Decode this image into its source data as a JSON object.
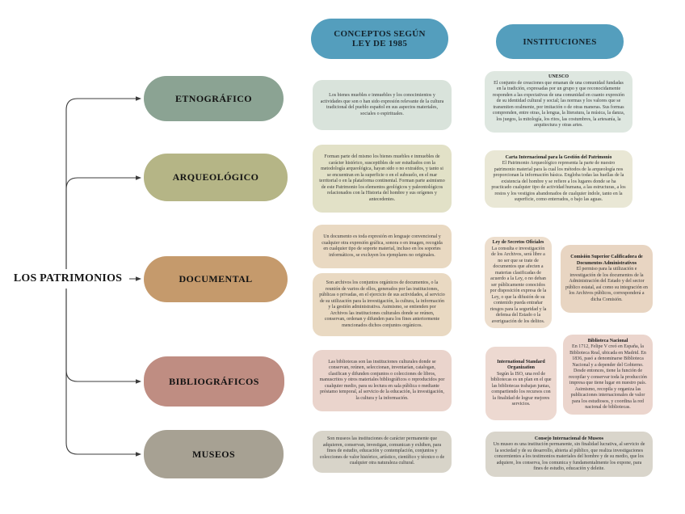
{
  "root": {
    "label": "LOS PATRIMONIOS"
  },
  "headers": {
    "conceptos": "CONCEPTOS SEGÚN LEY DE 1985",
    "instituciones": "INSTITUCIONES",
    "color": "#549EBD"
  },
  "branches": [
    {
      "id": "etnografico",
      "label": "ETNOGRÁFICO",
      "colors": {
        "node": "#8BA393",
        "concept": "#D9E3DB"
      },
      "concepts": [
        "Los bienes muebles e inmuebles y los conocimientos y actividades que son o han sido expresión relevante de la cultura tradicional del pueblo español en sus aspectos materiales, sociales o espirituales."
      ],
      "institutions": [
        {
          "title": "UNESCO",
          "bg": "#DEE7E0",
          "text": "El conjunto de creaciones que emanan de una comunidad fundadas en la tradición, expresadas por un grupo y que reconocidamente responden a las expectativas de una comunidad en cuanto expresión de su identidad cultural y social; las normas y los valores que se transmiten oralmente, por imitación o de otras maneras. Sus formas comprenden, entre otras, la lengua, la literatura, la música, la danza, los juegos, la mitología, los ritos, las costumbres, la artesanía, la arquitectura y otras artes."
        }
      ]
    },
    {
      "id": "arqueologico",
      "label": "ARQUEOLÓGICO",
      "colors": {
        "node": "#B5B586",
        "concept": "#E2E1C7"
      },
      "concepts": [
        "Forman parte del mismo los bienes muebles e inmuebles de carácter histórico, susceptibles de ser estudiados con la metodología arqueológica, hayan sido o no extraídos, y tanto si se encuentran en la superficie o en el subsuelo, en el mar territorial o en la plataforma continental. Forman parte asimismo de este Patrimonio los elementos geológicos y paleontológicos relacionados con la Historia del hombre y sus orígenes y antecedentes."
      ],
      "institutions": [
        {
          "title": "Carta Internacional para la Gestión del Patrimonio",
          "bg": "#E9E7D5",
          "text": "El Patrimonio Arqueológico representa la parte de nuestro patrimonio material para la cual los métodos de la arqueología nos proporcionan la información básica. Engloba todas las huellas de la existencia del hombre y se refiere a los lugares donde se ha practicado cualquier tipo de actividad humana, a las estructuras, a los restos y los vestigios abandonados de cualquier índole, tanto en la superficie, como enterrados, o bajo las aguas."
        }
      ]
    },
    {
      "id": "documental",
      "label": "DOCUMENTAL",
      "colors": {
        "node": "#C59A6C",
        "concept": "#E9D9C2"
      },
      "concepts": [
        "Un documento es toda expresión en lenguaje convencional y cualquier otra expresión gráfica, sonora o en imagen, recogida en cualquier tipo de soporte material, incluso en los soportes informáticos, se excluyen los ejemplares no originales.",
        "Son archivos los conjuntos orgánicos de documentos, o la reunión de varios de ellos, generados por las instituciones, públicas o privadas, en el ejercicio de sus actividades, al servicio de su utilización para la investigación, la cultura, la información y la gestión administrativa. Asimismo, se entienden por Archivos las instituciones culturales donde se reúnen, conservan, ordenan y difunden para los fines anteriormente mencionados dichos conjuntos orgánicos."
      ],
      "institutions": [
        {
          "title": "Ley de Secretos Oficiales",
          "bg": "#EDDECD",
          "text": "La consulta e investigación de los Archivos, será libre a no ser que se trate de documentos que afecten a materias clasificadas de acuerdo a la Ley, o no deban ser públicamente conocidos por disposición expresa de la Ley, o que la difusión de su contenido pueda entrañar riesgos para la seguridad y la defensa del Estado o la averiguación de los delitos."
        },
        {
          "title": "Comisión Superior Calificadora de Documentos Administrativos",
          "bg": "#E8D5C2",
          "text": "El permiso para la utilización e investigación de los documentos de la Administración del Estado y del sector público estatal, así como su integración en los Archivos públicos, corresponderá a dicha Comisión."
        }
      ]
    },
    {
      "id": "bibliograficos",
      "label": "BIBLIOGRÁFICOS",
      "colors": {
        "node": "#BF8D82",
        "concept": "#EAD4CC"
      },
      "concepts": [
        "Las bibliotecas son las instituciones culturales donde se conservan, reúnen, seleccionan, inventarían, catalogan, clasifican y difunden conjuntos o colecciones de libros, manuscritos y otros materiales bibliográficos o reproducidos por cualquier medio, para su lectura en sala pública o mediante préstamo temporal, al servicio de la educación, la investigación, la cultura y la información."
      ],
      "institutions": [
        {
          "title": "International Standard Organization",
          "bg": "#EDD9D1",
          "text": "Según la ISO, una red de bibliotecas es un plan en el que las bibliotecas trabajan juntas, compartiendo los recursos con la finalidad de lograr mejores servicios."
        },
        {
          "title": "Biblioteca Nacional",
          "bg": "#EBD5CD",
          "text": "En 1712, Felipe V creó en España, la Biblioteca Real, ubicada en Madrid. En 1836, pasó a denominarse Biblioteca Nacional y a depender del Gobierno. Desde entonces, tiene la función de recopilar y conservar toda la producción impresa que tiene lugar en nuestro país. Asimismo, recopila y organiza las publicaciones internacionales de valor para los estudiosos, y coordina la red nacional de bibliotecas."
        }
      ]
    },
    {
      "id": "museos",
      "label": "MUSEOS",
      "colors": {
        "node": "#A7A193",
        "concept": "#D8D4C9"
      },
      "concepts": [
        "Son museos las instituciones de carácter permanente que adquieren, conservan, investigan, comunican y exhiben, para fines de estudio, educación y contemplación, conjuntos y colecciones de valor histórico, artístico, científico y técnico o de cualquier otra naturaleza cultural."
      ],
      "institutions": [
        {
          "title": "Consejo Internacional de Museos",
          "bg": "#D9D5CB",
          "text": "Un museo es una institución permanente, sin finalidad lucrativa, al servicio de la sociedad y de su desarrollo, abierta al público, que realiza investigaciones concernientes a los testimonios materiales del hombre y de su medio, que los adquiere, los conserva, los comunica y fundamentalmente los expone, para fines de estudio, educación y deleite."
        }
      ]
    }
  ]
}
